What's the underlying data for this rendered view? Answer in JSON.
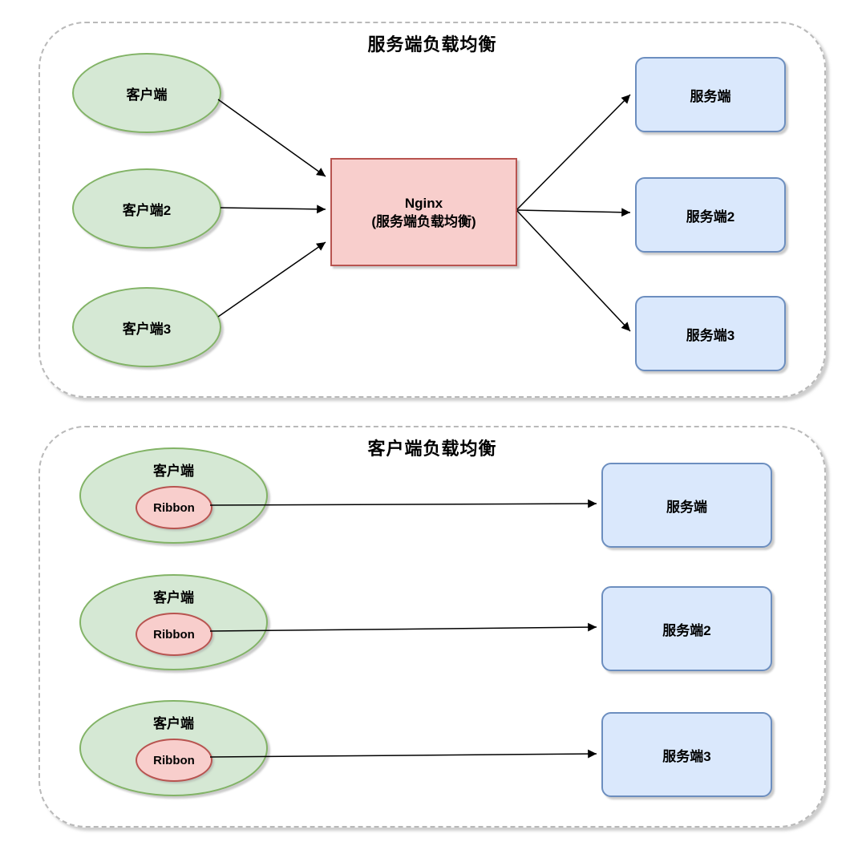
{
  "colors": {
    "client_fill": "#d5e8d4",
    "client_stroke": "#82b366",
    "balancer_fill": "#f8cecc",
    "balancer_stroke": "#b85450",
    "server_fill": "#dae8fc",
    "server_stroke": "#6c8ebf",
    "panel_border": "#b9b9b9",
    "arrow": "#000000"
  },
  "sections": [
    {
      "title": "服务端负载均衡",
      "clients": [
        {
          "label": "客户端"
        },
        {
          "label": "客户端2"
        },
        {
          "label": "客户端3"
        }
      ],
      "balancer": {
        "name": "Nginx",
        "subtitle": "(服务端负载均衡)"
      },
      "servers": [
        {
          "label": "服务端"
        },
        {
          "label": "服务端2"
        },
        {
          "label": "服务端3"
        }
      ]
    },
    {
      "title": "客户端负载均衡",
      "clients": [
        {
          "label": "客户端",
          "component": "Ribbon"
        },
        {
          "label": "客户端",
          "component": "Ribbon"
        },
        {
          "label": "客户端",
          "component": "Ribbon"
        }
      ],
      "servers": [
        {
          "label": "服务端"
        },
        {
          "label": "服务端2"
        },
        {
          "label": "服务端3"
        }
      ]
    }
  ]
}
